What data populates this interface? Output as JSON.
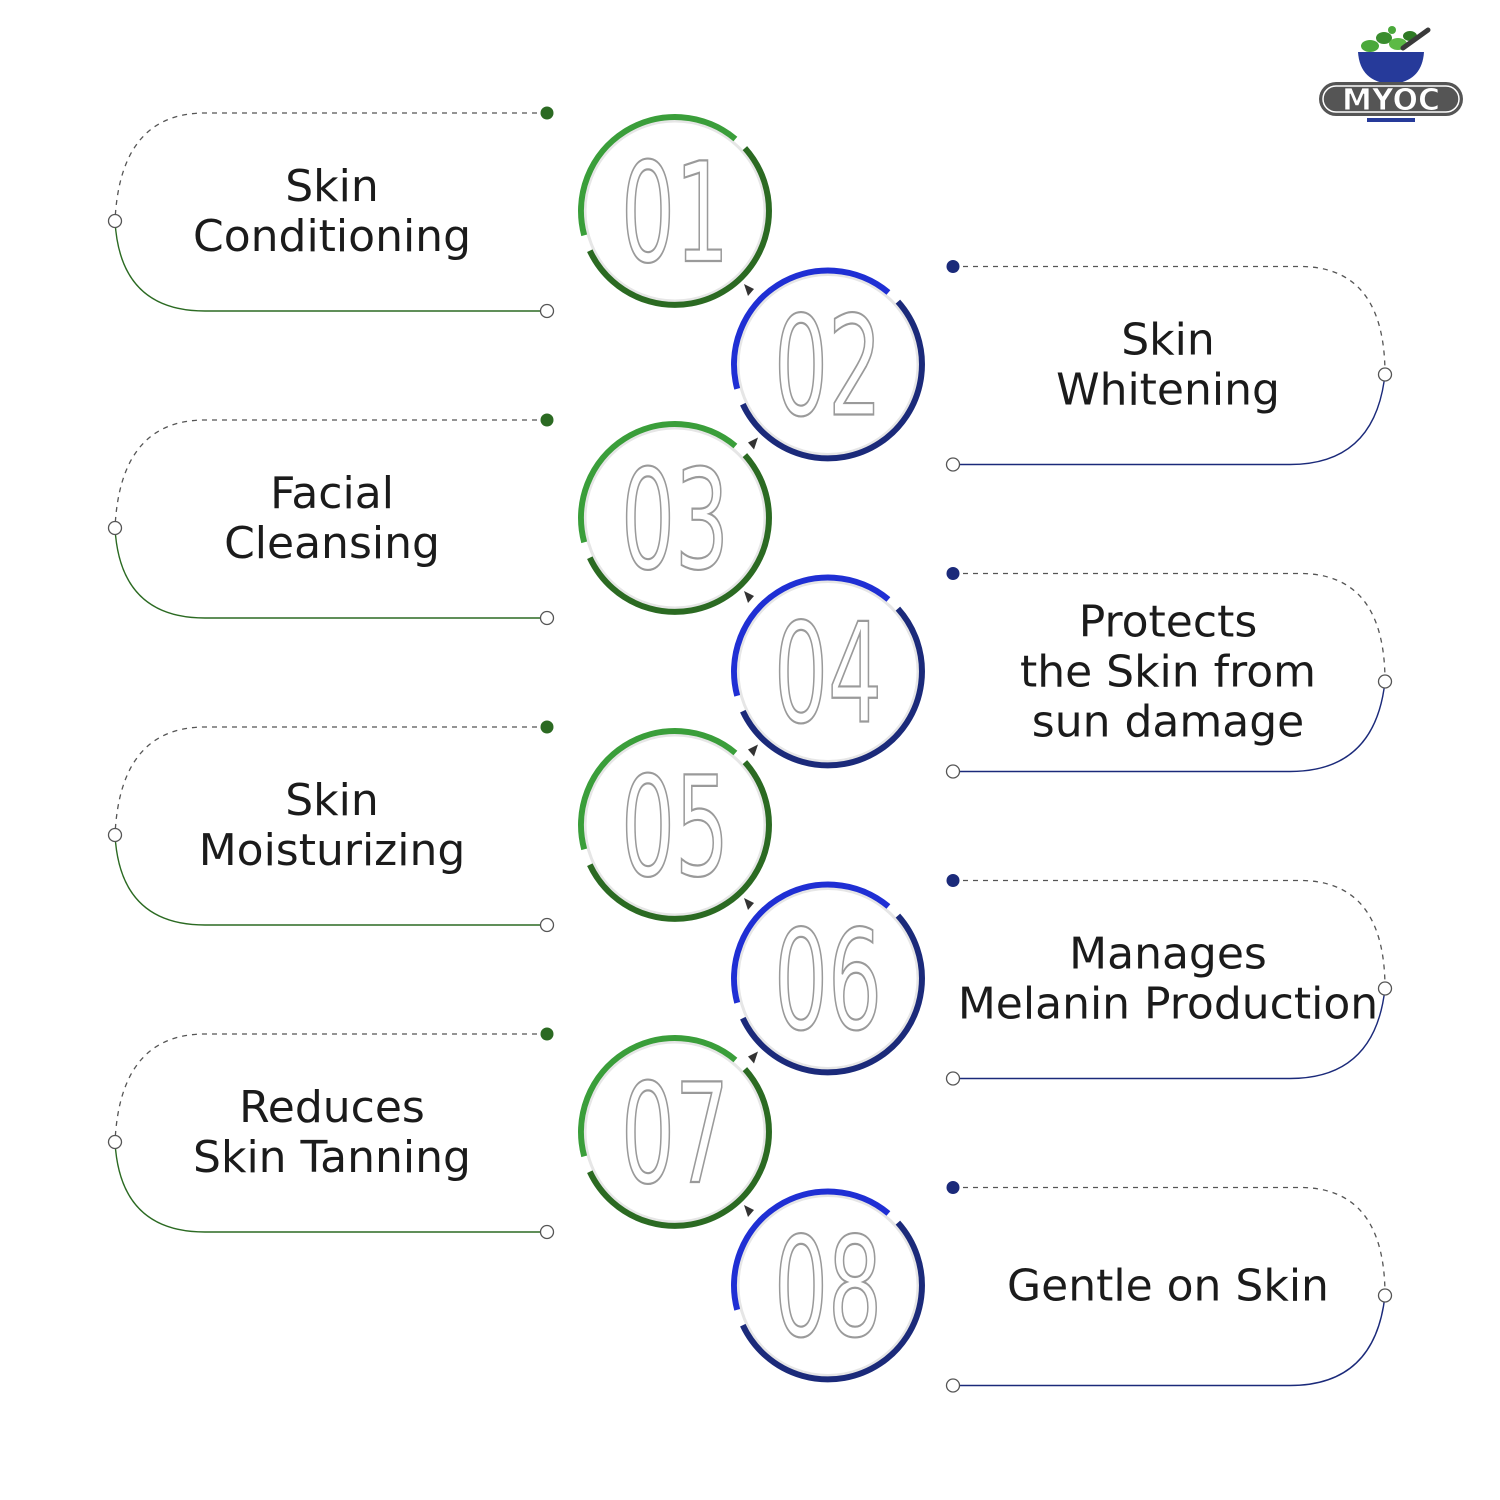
{
  "brand": {
    "logo_text": "MYOC",
    "accent_green": "#3a9e3a",
    "dark_green": "#2b6a22",
    "accent_blue": "#1f2fd4",
    "dark_blue": "#1b2a7a"
  },
  "steps": [
    {
      "number": "01",
      "label_lines": [
        "Skin",
        "Conditioning"
      ]
    },
    {
      "number": "02",
      "label_lines": [
        "Skin",
        "Whitening"
      ]
    },
    {
      "number": "03",
      "label_lines": [
        "Facial",
        "Cleansing"
      ]
    },
    {
      "number": "04",
      "label_lines": [
        "Protects",
        "the Skin from",
        "sun damage"
      ]
    },
    {
      "number": "05",
      "label_lines": [
        "Skin",
        "Moisturizing"
      ]
    },
    {
      "number": "06",
      "label_lines": [
        "Manages",
        "Melanin Production"
      ]
    },
    {
      "number": "07",
      "label_lines": [
        "Reduces",
        "Skin Tanning"
      ]
    },
    {
      "number": "08",
      "label_lines": [
        "Gentle on Skin"
      ]
    }
  ]
}
